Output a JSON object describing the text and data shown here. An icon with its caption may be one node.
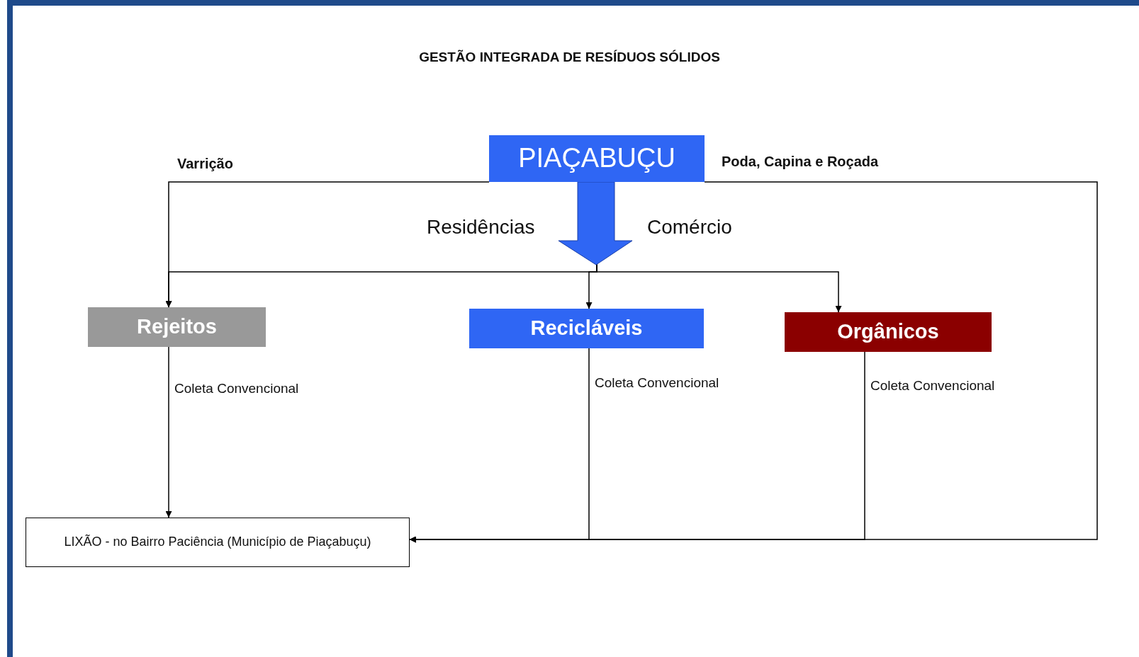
{
  "diagram": {
    "title": "GESTÃO INTEGRADA DE RESÍDUOS SÓLIDOS",
    "nodes": [
      {
        "text": [
          "PIAÇABUÇU"
        ]
      },
      {
        "text": [
          "Rejeitos"
        ]
      },
      {
        "text": [
          "Recicláveis"
        ]
      },
      {
        "text": [
          "Orgânicos"
        ]
      },
      {
        "text": [
          "LIXÃO - no Bairro Paciência (Município de Piaçabuçu)"
        ]
      }
    ],
    "edges": [
      {
        "from": 0,
        "to": 1,
        "arrow": "to",
        "label": "Varrição"
      },
      {
        "from": 0,
        "to": 1,
        "arrow": "to"
      },
      {
        "from": 0,
        "to": 2,
        "arrow": "to"
      },
      {
        "from": 0,
        "to": 3,
        "arrow": "to"
      },
      {
        "from": 0,
        "to": 4,
        "arrow": "to",
        "label": "Poda, Capina e Roçada"
      },
      {
        "from": 1,
        "to": 4,
        "arrow": "to",
        "label": "Coleta Convencional"
      },
      {
        "from": 2,
        "to": 4,
        "arrow": "to",
        "label": "Coleta Convencional"
      },
      {
        "from": 3,
        "to": 4,
        "arrow": "to",
        "label": "Coleta Convencional"
      }
    ],
    "labels": [
      "Residências",
      "Comércio"
    ]
  }
}
